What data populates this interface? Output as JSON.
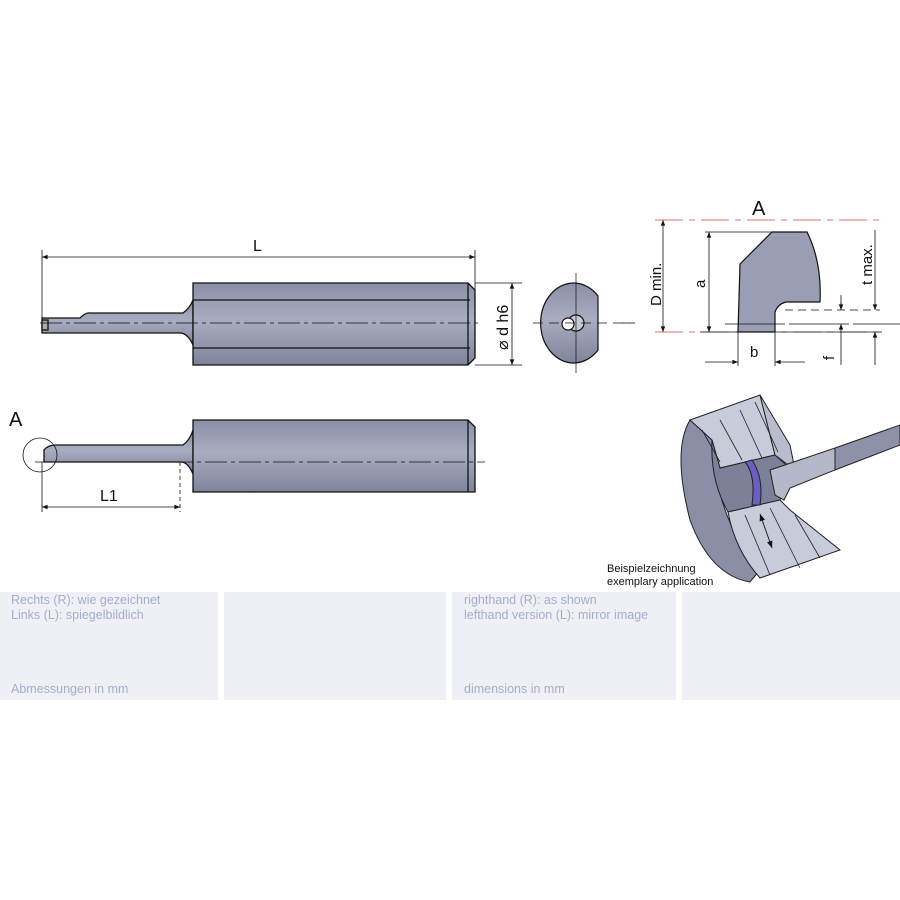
{
  "drawing": {
    "dim_L": "L",
    "dim_d": "⌀ d h6",
    "dim_L1": "L1",
    "view_marker": "A",
    "detail_title": "A",
    "dim_D_min": "D min.",
    "dim_a": "a",
    "dim_t_max": "t max.",
    "dim_b": "b",
    "dim_f": "f",
    "caption_de": "Beispielzeichnung",
    "caption_en": "exemplary application"
  },
  "colors": {
    "steel": "#8e92a8",
    "red_line": "#e07070",
    "insert": "#6a5fc1",
    "panel": "#eef0f5",
    "panel_text": "#a6aecb"
  },
  "panels": {
    "de": {
      "line1": "Rechts (R): wie gezeichnet",
      "line2": "Links (L): spiegelbildlich",
      "footer": "Abmessungen in mm"
    },
    "en": {
      "line1": "righthand (R): as shown",
      "line2": "lefthand version (L): mirror image",
      "footer": "dimensions in mm"
    }
  }
}
